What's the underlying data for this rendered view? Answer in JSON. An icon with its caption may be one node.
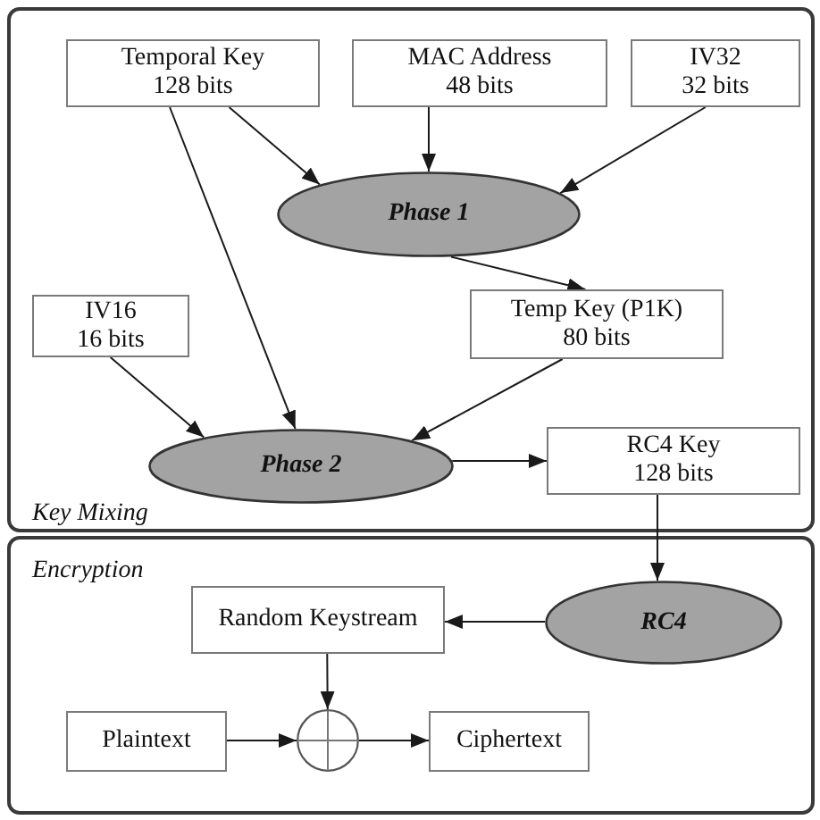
{
  "diagram": {
    "nodes": [
      {
        "text": [
          "Key Mixing"
        ]
      },
      {
        "text": [
          "Temporal Key",
          "128 bits"
        ],
        "in": 0
      },
      {
        "text": [
          "MAC Address",
          "48 bits"
        ],
        "in": 0
      },
      {
        "text": [
          "IV32",
          "32 bits"
        ],
        "in": 0
      },
      {
        "text": [
          "Phase 1"
        ],
        "in": 0
      },
      {
        "text": [
          "IV16",
          "16 bits"
        ],
        "in": 0
      },
      {
        "text": [
          "Temp Key (P1K)",
          "80 bits"
        ],
        "in": 0
      },
      {
        "text": [
          "Phase 2"
        ],
        "in": 0
      },
      {
        "text": [
          "RC4 Key",
          "128 bits"
        ],
        "in": 0
      },
      {
        "text": [
          "Encryption"
        ]
      },
      {
        "text": [
          "Random Keystream"
        ],
        "in": 9
      },
      {
        "text": [
          "RC4"
        ],
        "in": 9
      },
      {
        "text": [
          "Plaintext"
        ],
        "in": 9
      },
      {
        "text": [],
        "shape": "circle",
        "in": 9
      },
      {
        "text": [
          "Ciphertext"
        ],
        "in": 9
      }
    ],
    "edges": [
      {
        "from": 1,
        "to": 4,
        "arrow": "to"
      },
      {
        "from": 1,
        "to": 7,
        "arrow": "to"
      },
      {
        "from": 2,
        "to": 4,
        "arrow": "to"
      },
      {
        "from": 3,
        "to": 4,
        "arrow": "to"
      },
      {
        "from": 4,
        "to": 6,
        "arrow": "to"
      },
      {
        "from": 5,
        "to": 7,
        "arrow": "to"
      },
      {
        "from": 6,
        "to": 7,
        "arrow": "to"
      },
      {
        "from": 7,
        "to": 8,
        "arrow": "to"
      },
      {
        "from": 8,
        "to": 11,
        "arrow": "to"
      },
      {
        "from": 11,
        "to": 10,
        "arrow": "to"
      },
      {
        "from": 10,
        "to": 13,
        "arrow": "to"
      },
      {
        "from": 12,
        "to": 13,
        "arrow": "to"
      },
      {
        "from": 13,
        "to": 14,
        "arrow": "to"
      }
    ]
  }
}
